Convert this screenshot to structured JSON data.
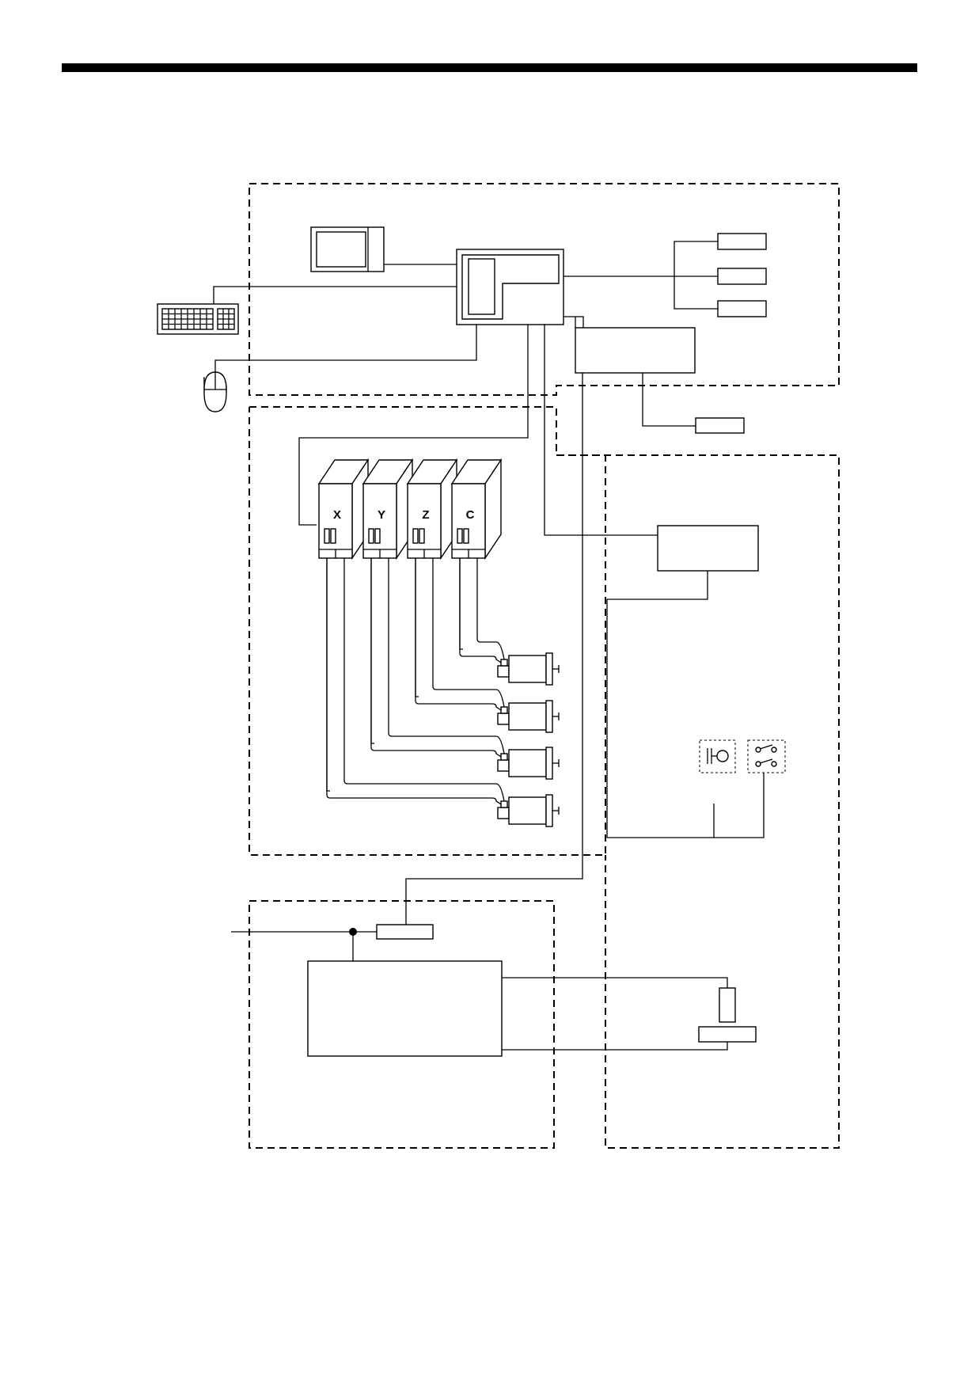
{
  "drives": [
    {
      "axis": "X"
    },
    {
      "axis": "Y"
    },
    {
      "axis": "Z"
    },
    {
      "axis": "C"
    }
  ]
}
